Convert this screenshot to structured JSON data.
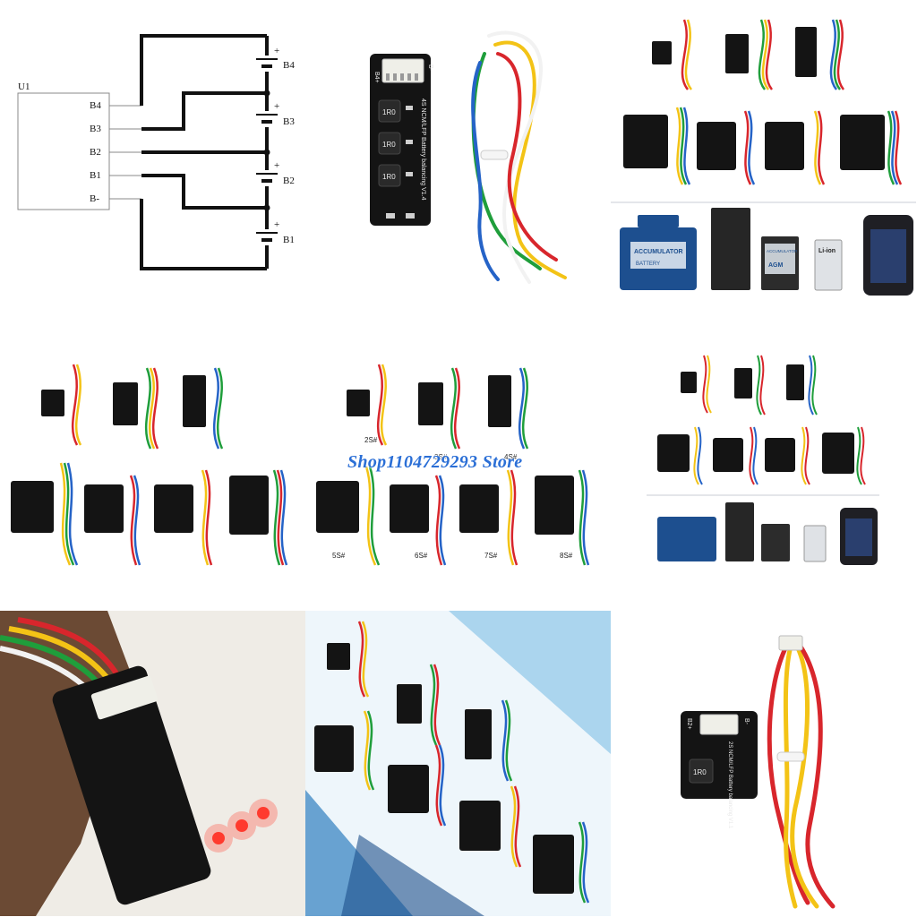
{
  "watermark": "Shop1104729293 Store",
  "schematic": {
    "chip_label": "U1",
    "pins": [
      "B4",
      "B3",
      "B2",
      "B1",
      "B-"
    ],
    "cells": [
      "B4",
      "B3",
      "B2",
      "B1"
    ],
    "plus": "+"
  },
  "board_main": {
    "silkscreen": "4S NCM/LFP Battery balancing V1.4",
    "connector_left": "B4+",
    "connector_right": "B-",
    "inductor": "1R0"
  },
  "batteries_a": {
    "car_label": "ACCUMULATOR",
    "car_sub": "BATTERY",
    "agm_top": "ACCUMULATOR",
    "agm": "AGM",
    "liion": "Li-ion"
  },
  "collage_labels_top": [
    "2S#",
    "3S#",
    "4S#"
  ],
  "collage_labels_bottom": [
    "5S#",
    "6S#",
    "7S#",
    "8S#"
  ],
  "board_small": {
    "silkscreen": "2S NCM/LFP Battery balancing V1.1",
    "connector_left": "B2+",
    "connector_right": "B-",
    "inductor": "1R0"
  },
  "colors": {
    "pcb": "#141414",
    "wire_red": "#d8262c",
    "wire_yellow": "#f3c316",
    "wire_green": "#1f9e3b",
    "wire_blue": "#2563c7",
    "wire_white": "#f2f2f2",
    "watermark": "#2b6fd6",
    "led_red": "#ff2a1f"
  }
}
